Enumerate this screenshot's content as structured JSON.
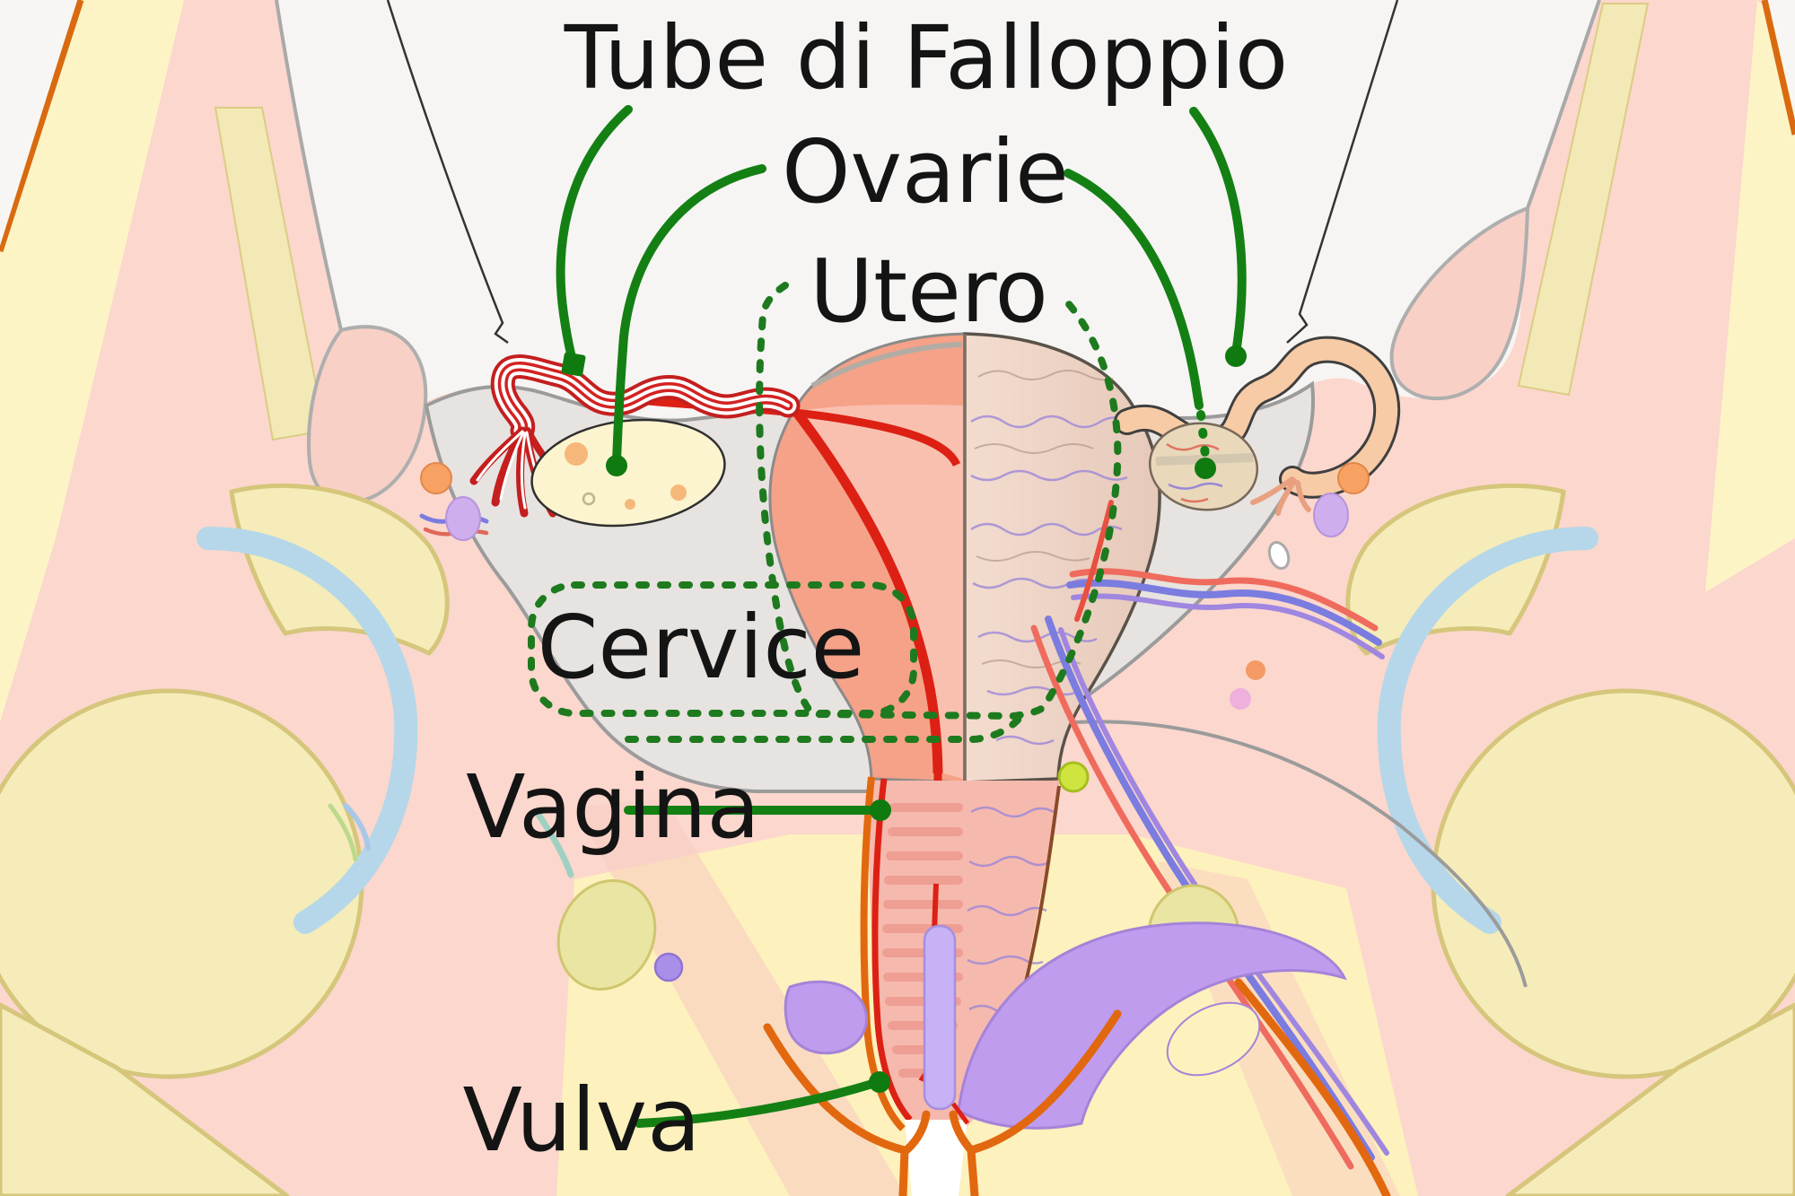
{
  "figure": {
    "description": "Anatomical diagram of the female reproductive system, frontal view over the pelvis, with Italian labels",
    "language": "it"
  },
  "labels": {
    "tube_falloppio": "Tube di Falloppio",
    "ovarie": "Ovarie",
    "utero": "Utero",
    "cervice": "Cervice",
    "vagina": "Vagina",
    "vulva": "Vulva"
  },
  "leaders": [
    {
      "label": "Tube di Falloppio",
      "side": "left",
      "style": "solid-green",
      "end": "square-on-left-tube"
    },
    {
      "label": "Tube di Falloppio",
      "side": "right",
      "style": "solid-green",
      "end": "dot-on-right-tube"
    },
    {
      "label": "Ovarie",
      "side": "left",
      "style": "solid-green",
      "end": "dot-on-left-ovary"
    },
    {
      "label": "Ovarie",
      "side": "right",
      "style": "solid-then-dashed-green",
      "end": "dot-on-right-ovary"
    },
    {
      "label": "Utero",
      "style": "dotted-green-region-outline"
    },
    {
      "label": "Cervice",
      "style": "dotted-green-rounded-box"
    },
    {
      "label": "Vagina",
      "style": "solid-green-horizontal",
      "end": "dot-on-vagina"
    },
    {
      "label": "Vulva",
      "style": "solid-green-curve",
      "end": "dot-on-vulva"
    }
  ],
  "colors": {
    "background_white": "#f7f6f4",
    "skin_pink": "#fbd7cd",
    "fat_yellow": "#fdf4c6",
    "fascia_pale_yellow": "#f3e9b6",
    "bone_yellow": "#f5ecb9",
    "bone_outline": "#d5c67b",
    "cartilage_blue": "#b5d7e9",
    "ligament_gray": "#e7e3e0",
    "gray_outline": "#9b9b9b",
    "uterus_salmon": "#f5a288",
    "uterus_cavity_pink": "#f9c0b0",
    "endometrium_red": "#dd2014",
    "tube_red": "#c41f1f",
    "right_tube_peach": "#f7cba6",
    "ovary_pale_yellow": "#fcf4cf",
    "right_ovary_tan": "#e9d8ba",
    "vein_blue": "#7b7ce0",
    "vessel_purple": "#9f86e0",
    "artery_red": "#ef6b5e",
    "muscle_purple": "#bf9cee",
    "skin_line_orange": "#e2680f",
    "label_green": "#148014",
    "dotted_green": "#1e7a1e",
    "label_text": "#141414",
    "lymph_green": "#cfe43e",
    "node_orange": "#f7a263",
    "node_lavender": "#cfaeee"
  }
}
